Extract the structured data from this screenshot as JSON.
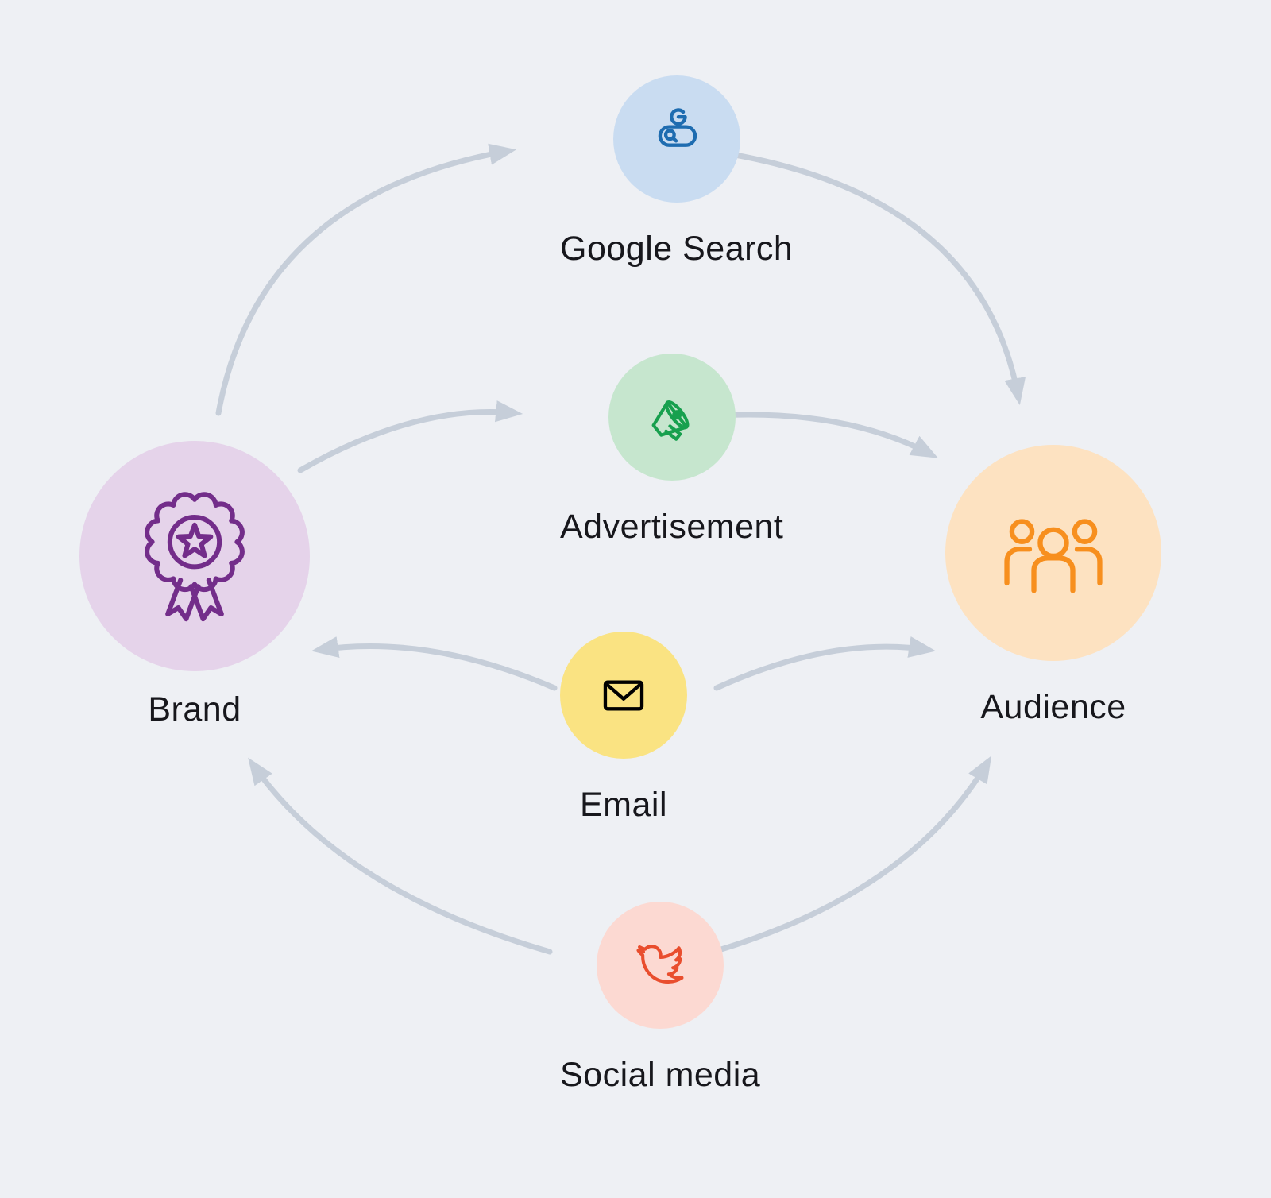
{
  "diagram": {
    "background": "#eef0f4",
    "arrow_color": "#c6ced9",
    "nodes": {
      "brand": {
        "label": "Brand",
        "icon": "award-ribbon-icon",
        "circle_color": "#e5d3ea",
        "icon_color": "#732d8a"
      },
      "audience": {
        "label": "Audience",
        "icon": "people-group-icon",
        "circle_color": "#fde2c1",
        "icon_color": "#f78f1e"
      },
      "google_search": {
        "label": "Google Search",
        "icon": "google-search-icon",
        "circle_color": "#c9dcf1",
        "icon_color": "#1e6cb0"
      },
      "advertisement": {
        "label": "Advertisement",
        "icon": "megaphone-icon",
        "circle_color": "#c6e6ce",
        "icon_color": "#17a04e"
      },
      "email": {
        "label": "Email",
        "icon": "envelope-icon",
        "circle_color": "#fae382",
        "icon_color": "#f2a githa41a"
      },
      "social_media": {
        "label": "Social media",
        "icon": "twitter-bird-icon",
        "circle_color": "#fcd9d2",
        "icon_color": "#e94e2e"
      }
    },
    "edges": [
      {
        "from": "brand",
        "to": "google_search"
      },
      {
        "from": "google_search",
        "to": "audience"
      },
      {
        "from": "brand",
        "to": "advertisement"
      },
      {
        "from": "advertisement",
        "to": "audience"
      },
      {
        "from": "email",
        "to": "brand"
      },
      {
        "from": "email",
        "to": "audience"
      },
      {
        "from": "social_media",
        "to": "brand"
      },
      {
        "from": "social_media",
        "to": "audience"
      }
    ]
  }
}
